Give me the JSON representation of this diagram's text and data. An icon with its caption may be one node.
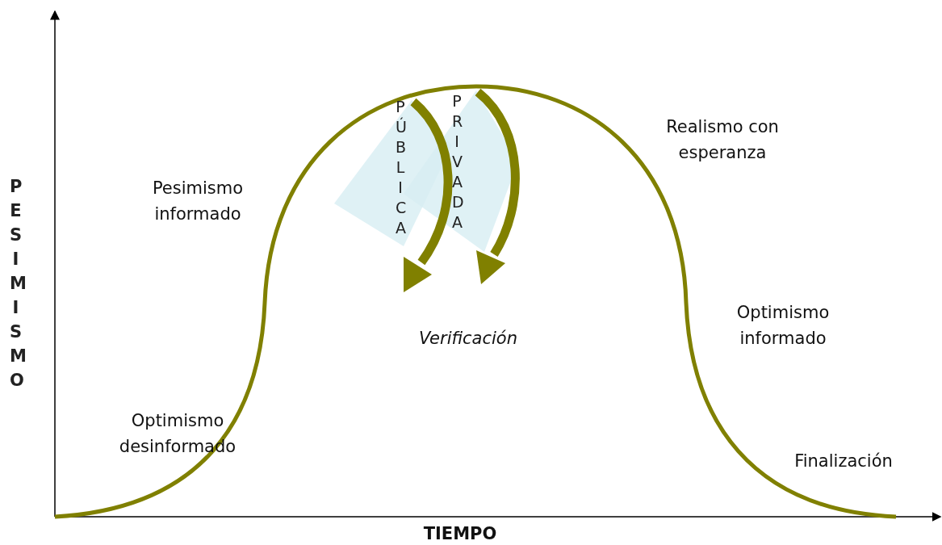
{
  "diagram": {
    "labels": [
      "PÚBLICA",
      "PRIVADA",
      "Realismo con esperanza",
      "PESIMISMO",
      "Pesimismo informado",
      "Optimismo informado",
      "Verificación",
      "Optimismo desinformado",
      "Finalización",
      "TIEMPO"
    ]
  }
}
